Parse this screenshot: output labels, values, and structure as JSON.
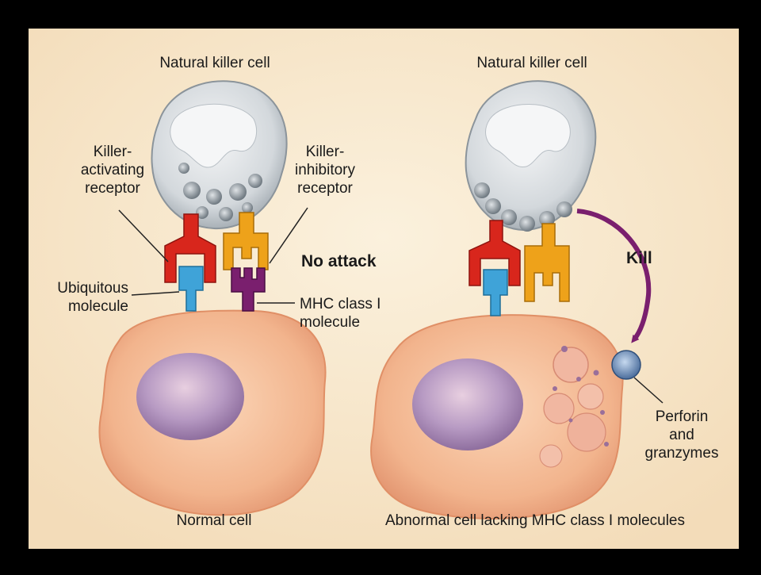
{
  "left_panel": {
    "title": "Natural killer cell",
    "activating_receptor_label": "Killer-\nactivating\nreceptor",
    "inhibitory_receptor_label": "Killer-\ninhibitory\nreceptor",
    "outcome_label": "No attack",
    "ubiquitous_label": "Ubiquitous\nmolecule",
    "mhc_label": "MHC class I\nmolecule",
    "cell_caption": "Normal cell"
  },
  "right_panel": {
    "title": "Natural killer cell",
    "outcome_label": "Kill",
    "perforin_label": "Perforin\nand\ngranzymes",
    "cell_caption": "Abnormal cell lacking MHC class I molecules"
  },
  "colors": {
    "background": "#f7ead2",
    "frame": "#000000",
    "nk_cell": "#c9ced3",
    "activating_receptor": "#d8261c",
    "inhibitory_receptor": "#eea21a",
    "ubiquitous_molecule": "#3fa3d8",
    "mhc_molecule": "#7a1f6e",
    "target_cell": "#f2b48d",
    "nucleus": "#a98ab0",
    "kill_arrow": "#7a1f6e"
  }
}
